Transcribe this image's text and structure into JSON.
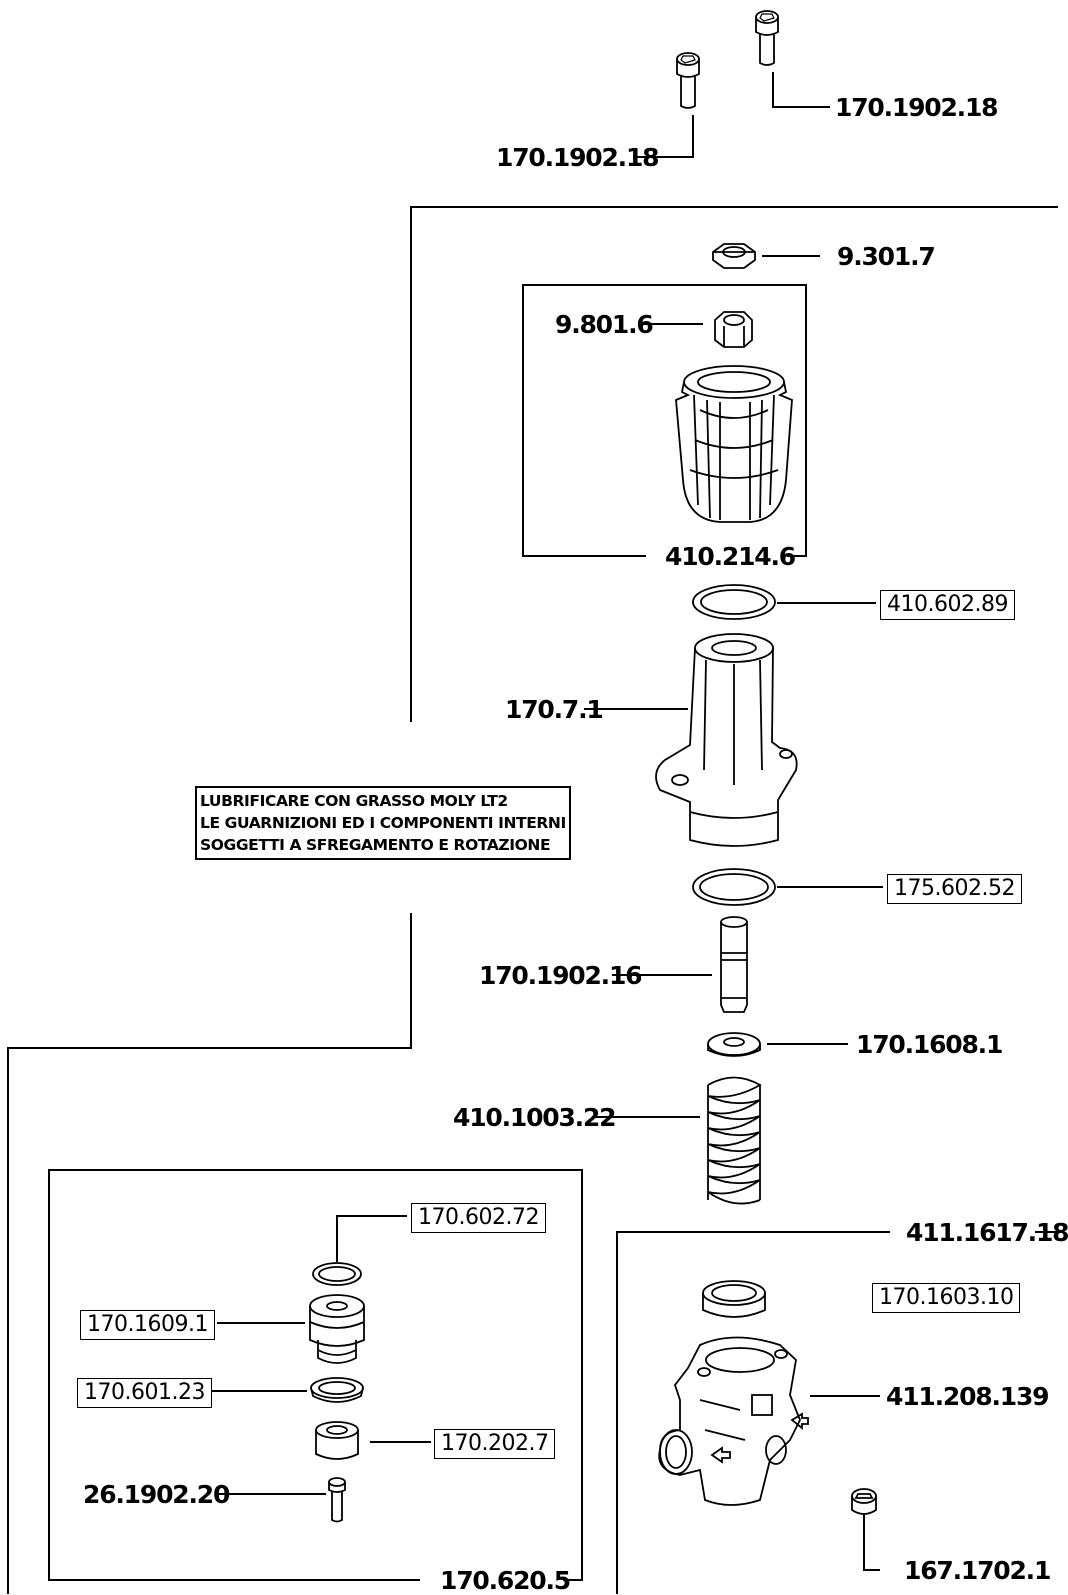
{
  "parts": {
    "screw_right": "170.1902.18",
    "screw_left": "170.1902.18",
    "nut": "9.301.7",
    "nut_inner": "9.801.6",
    "knob_assembly": "410.214.6",
    "oring_top": "410.602.89",
    "housing": "170.7.1",
    "oring_mid": "175.602.52",
    "pin": "170.1902.16",
    "washer": "170.1608.1",
    "spring": "410.1003.22",
    "valve_body_assembly": "411.1617.18",
    "seat_insert": "170.1603.10",
    "valve_body": "411.208.139",
    "plug": "167.1702.1",
    "oring_small": "170.602.72",
    "piston": "170.1609.1",
    "seal_ring": "170.601.23",
    "cup": "170.202.7",
    "small_screw": "26.1902.20",
    "piston_assembly": "170.620.5"
  },
  "note": {
    "line1": "LUBRIFICARE CON GRASSO MOLY LT2",
    "line2": "LE GUARNIZIONI ED I COMPONENTI INTERNI",
    "line3": "SOGGETTI A SFREGAMENTO E ROTAZIONE"
  }
}
